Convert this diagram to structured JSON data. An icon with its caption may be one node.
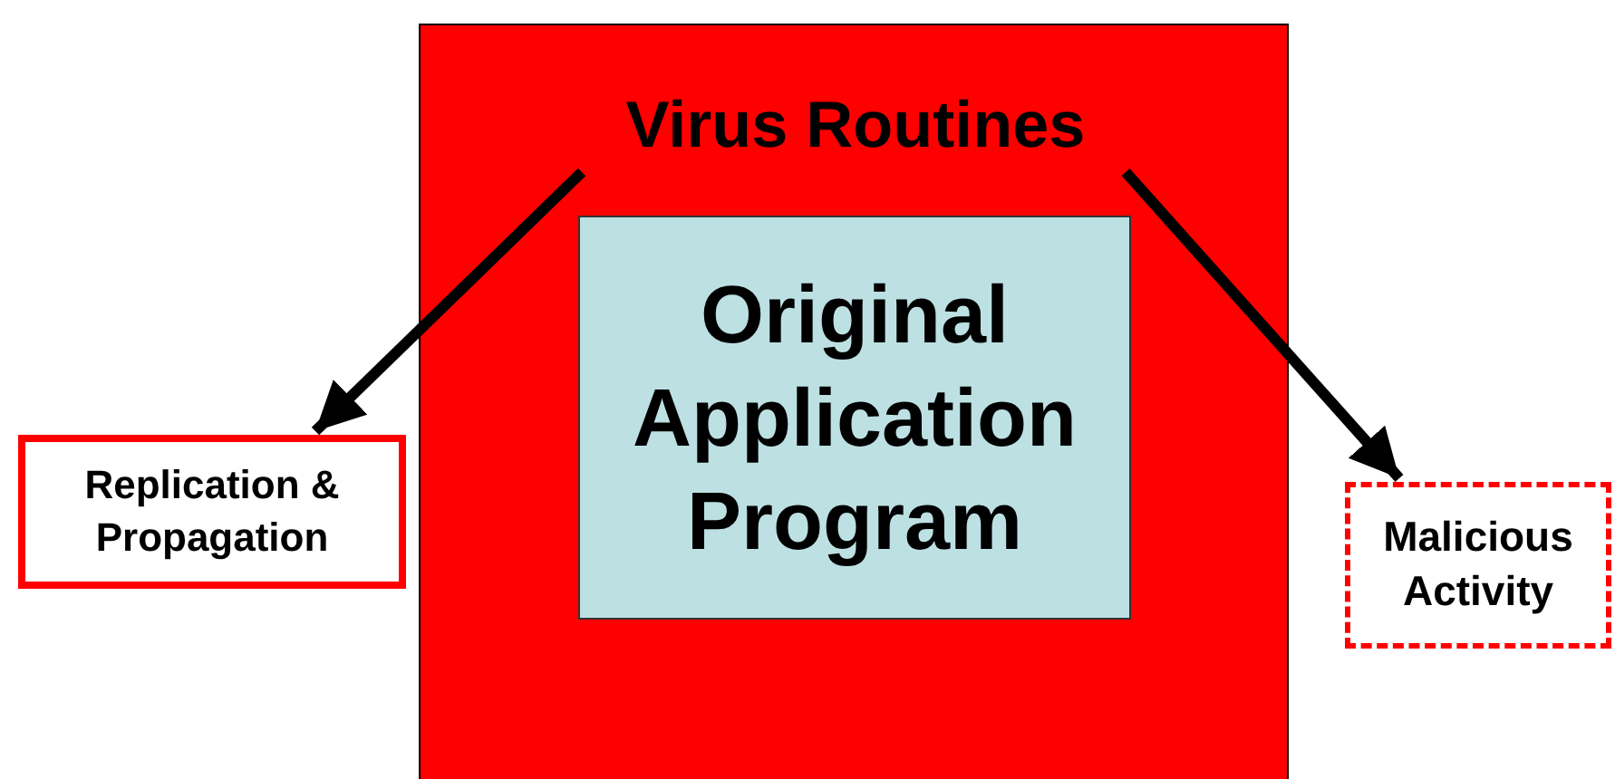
{
  "diagram": {
    "nodes": [
      {
        "text": [],
        "shape": "box"
      },
      {
        "text": [
          "Virus Routines"
        ],
        "in": 0
      },
      {
        "text": [
          "Original Application Program"
        ],
        "in": 0
      },
      {
        "text": [
          "Replication & Propagation"
        ]
      },
      {
        "text": [
          "Malicious Activity"
        ]
      }
    ],
    "edges": [
      {
        "from": 1,
        "to": 3,
        "arrow": "to"
      },
      {
        "from": 1,
        "to": 4,
        "arrow": "to"
      }
    ]
  }
}
